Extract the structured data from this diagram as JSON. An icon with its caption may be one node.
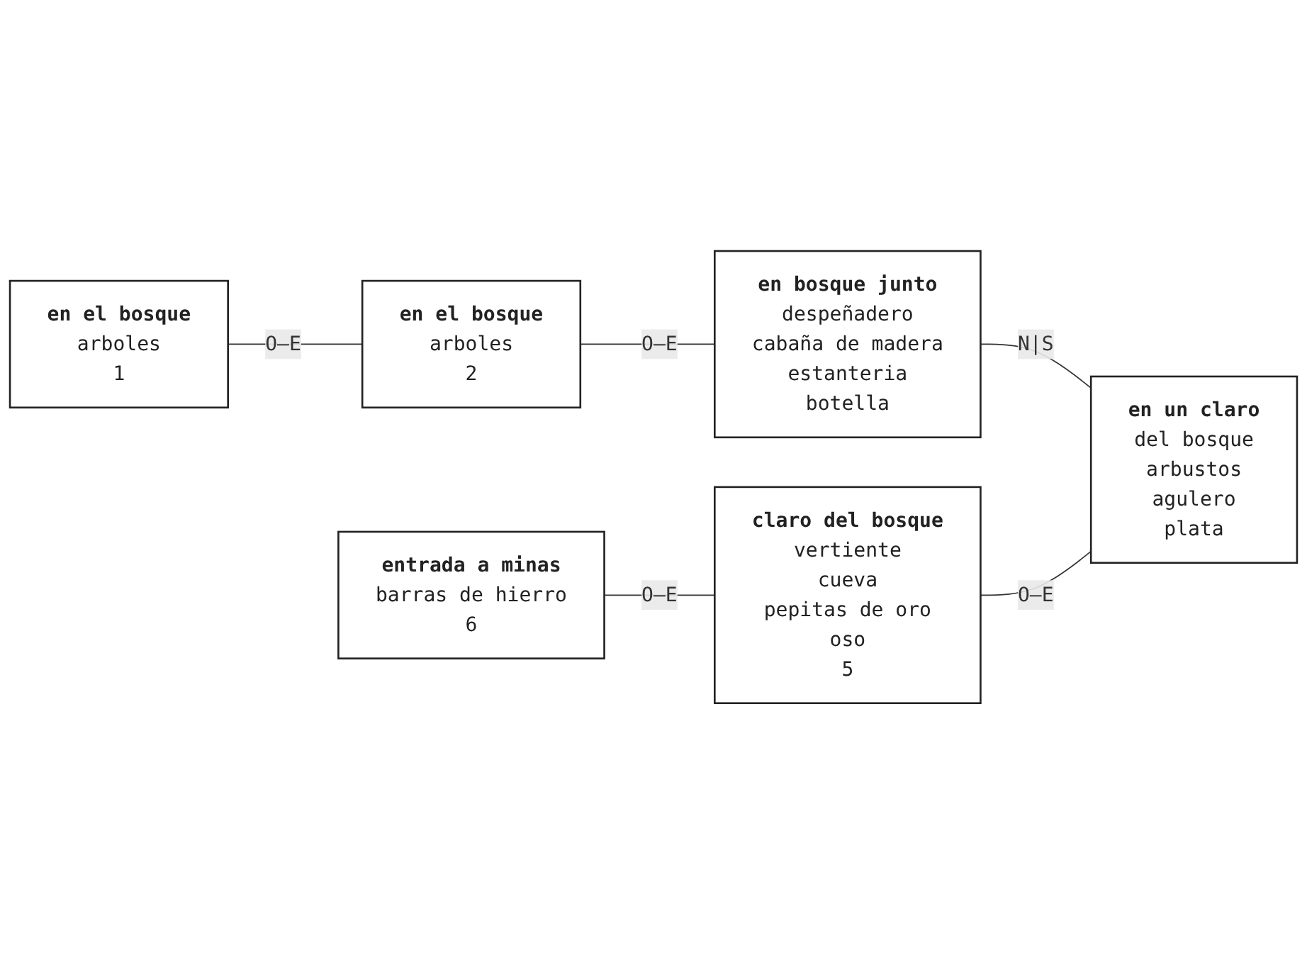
{
  "diagram": {
    "nodes": [
      {
        "text": [
          "en el bosque",
          "arboles",
          "1"
        ]
      },
      {
        "text": [
          "en el bosque",
          "arboles",
          "2"
        ]
      },
      {
        "text": [
          "en bosque junto",
          "despeñadero",
          "cabaña de madera",
          "estanteria",
          "botella"
        ]
      },
      {
        "text": [
          "entrada a minas",
          "barras de hierro",
          "6"
        ]
      },
      {
        "text": [
          "claro del bosque",
          "vertiente",
          "cueva",
          "pepitas de oro",
          "oso",
          "5"
        ]
      },
      {
        "text": [
          "en un claro",
          "del bosque",
          "arbustos",
          "agulero",
          "plata"
        ]
      }
    ],
    "edges": [
      {
        "from": 0,
        "to": 1,
        "arrow": "none",
        "label": "O—E"
      },
      {
        "from": 1,
        "to": 2,
        "arrow": "none",
        "label": "O—E"
      },
      {
        "from": 2,
        "to": 5,
        "arrow": "none",
        "label": "N|S"
      },
      {
        "from": 3,
        "to": 4,
        "arrow": "none",
        "label": "O—E"
      },
      {
        "from": 4,
        "to": 5,
        "arrow": "none",
        "label": "O—E"
      }
    ]
  }
}
